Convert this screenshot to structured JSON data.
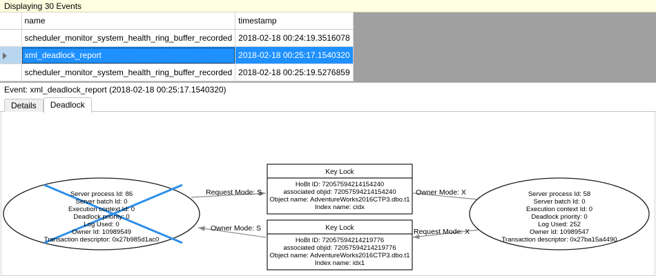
{
  "banner": {
    "text": "Displaying 30 Events"
  },
  "grid": {
    "columns": [
      "",
      "name",
      "timestamp"
    ],
    "rows": [
      {
        "selector": "",
        "name": "scheduler_monitor_system_health_ring_buffer_recorded",
        "timestamp": "2018-02-18 00:24:19.3516078",
        "selected": false
      },
      {
        "selector": "row-pointer-icon",
        "name": "xml_deadlock_report",
        "timestamp": "2018-02-18 00:25:17.1540320",
        "selected": true
      },
      {
        "selector": "",
        "name": "scheduler_monitor_system_health_ring_buffer_recorded",
        "timestamp": "2018-02-18 00:25:19.5276859",
        "selected": false
      }
    ]
  },
  "event_header": {
    "text": "Event: xml_deadlock_report (2018-02-18 00:25:17.1540320)"
  },
  "tabs": [
    {
      "label": "Details",
      "active": false
    },
    {
      "label": "Deadlock",
      "active": true
    }
  ],
  "deadlock_graph": {
    "victim_marker_color": "#2f8fe8",
    "process_left": {
      "is_victim": true,
      "lines": [
        "Server process Id: 86",
        "Server batch Id: 0",
        "Execution context Id: 0",
        "Deadlock priority: 0",
        "Log Used: 0",
        "Owner Id: 10989549",
        "Transaction descriptor: 0x27b985d1ac0"
      ]
    },
    "process_right": {
      "is_victim": false,
      "lines": [
        "Server process Id: 58",
        "Server batch Id: 0",
        "Execution context Id: 0",
        "Deadlock priority: 0",
        "Log Used: 252",
        "Owner Id: 10989547",
        "Transaction descriptor: 0x27ba15a4490"
      ]
    },
    "resource_top": {
      "title": "Key Lock",
      "lines": [
        "HoBt ID: 72057594214154240",
        "associated objid: 72057594214154240",
        "Object name: AdventureWorks2016CTP3.dbo.t1",
        "Index name: cidx"
      ]
    },
    "resource_bottom": {
      "title": "Key Lock",
      "lines": [
        "HoBt ID: 72057594214219776",
        "associated objid: 72057594214219776",
        "Object name: AdventureWorks2016CTP3.dbo.t1",
        "Index name: idx1"
      ]
    },
    "edges": [
      {
        "id": "left-request-top",
        "label": "Request Mode: S"
      },
      {
        "id": "top-owner-right",
        "label": "Owner Mode: X"
      },
      {
        "id": "bottom-owner-left",
        "label": "Owner Mode: S"
      },
      {
        "id": "right-request-bottom",
        "label": "Request Mode: X"
      }
    ]
  }
}
